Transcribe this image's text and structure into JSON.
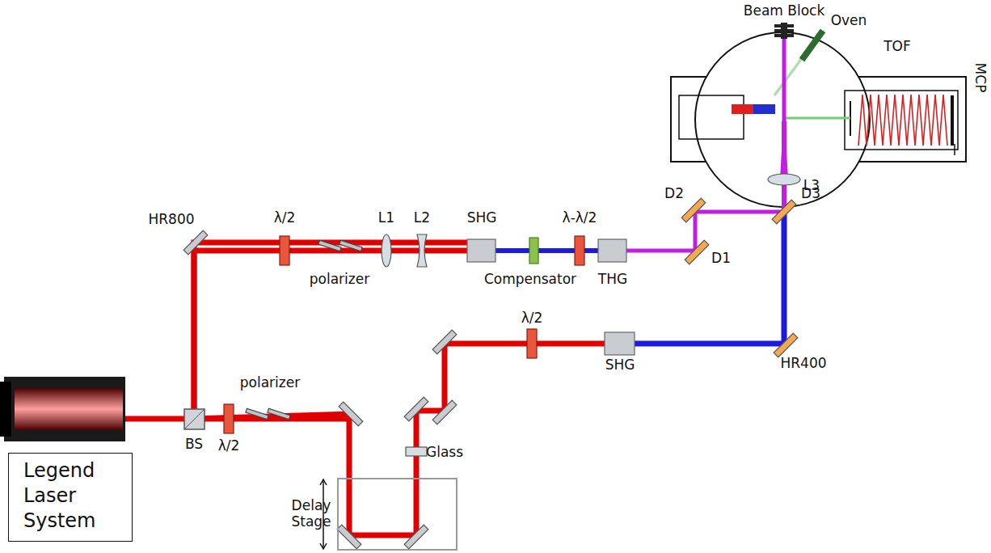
{
  "diagram": {
    "nodes": [
      {
        "text": [
          "Legend Laser System"
        ]
      }
    ],
    "labels": [
      "Beam Block",
      "Oven",
      "TOF",
      "MCP",
      "L3",
      "HR800",
      "λ/2",
      "L1",
      "L2",
      "SHG",
      "λ-λ/2",
      "D2",
      "D3",
      "polarizer",
      "Compensator",
      "THG",
      "D1",
      "polarizer",
      "λ/2",
      "HR400",
      "SHG",
      "BS",
      "λ/2",
      "Glass",
      "Delay Stage"
    ]
  }
}
